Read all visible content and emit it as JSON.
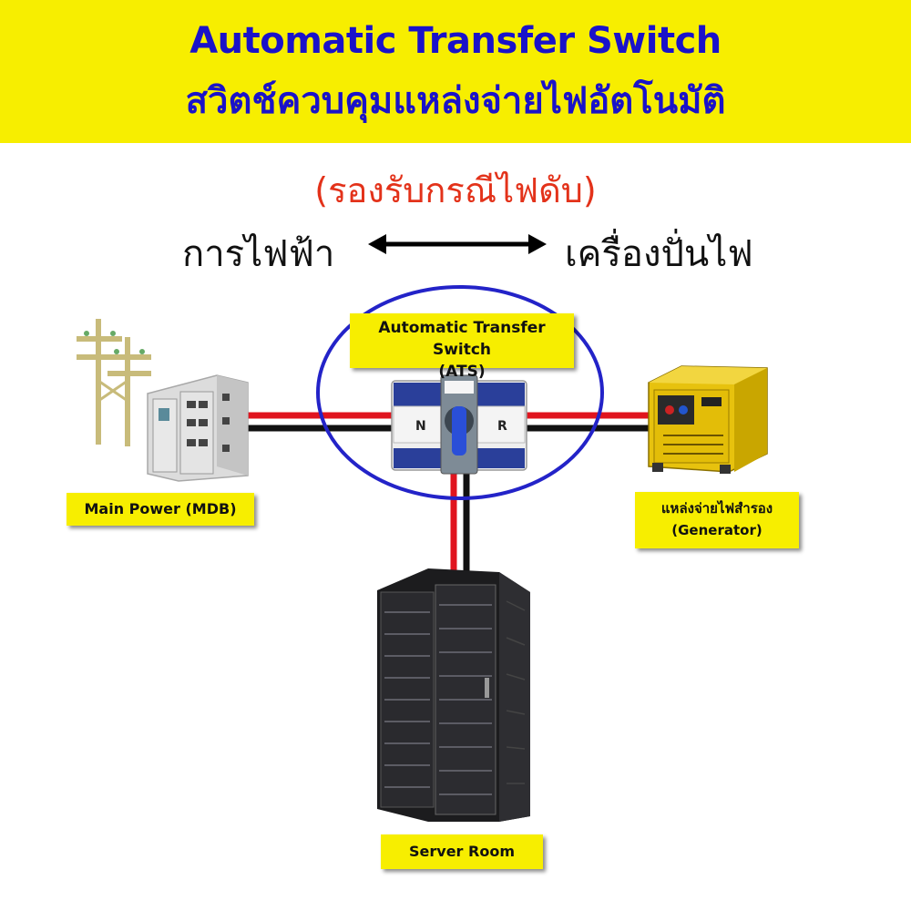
{
  "header": {
    "title_en": "Automatic Transfer Switch",
    "title_th": "สวิตช์ควบคุมแหล่งจ่ายไฟอัตโนมัติ"
  },
  "subtitle": "(รองรับกรณีไฟดับ)",
  "sources": {
    "left": "การไฟฟ้า",
    "right": "เครื่องปั่นไฟ"
  },
  "ats": {
    "label_line1": "Automatic Transfer Switch",
    "label_line2": "(ATS)",
    "port_left": "N",
    "port_right": "R"
  },
  "main_power": {
    "label": "Main Power (MDB)"
  },
  "generator": {
    "label_line1": "แหล่งจ่ายไฟสำรอง",
    "label_line2": "(Generator)"
  },
  "server": {
    "label": "Server Room"
  },
  "colors": {
    "header_bg": "#f7ee00",
    "title": "#1a12c9",
    "subtitle": "#e3321a",
    "circle": "#2323c8",
    "cable_red": "#e0141e",
    "cable_black": "#111111"
  }
}
